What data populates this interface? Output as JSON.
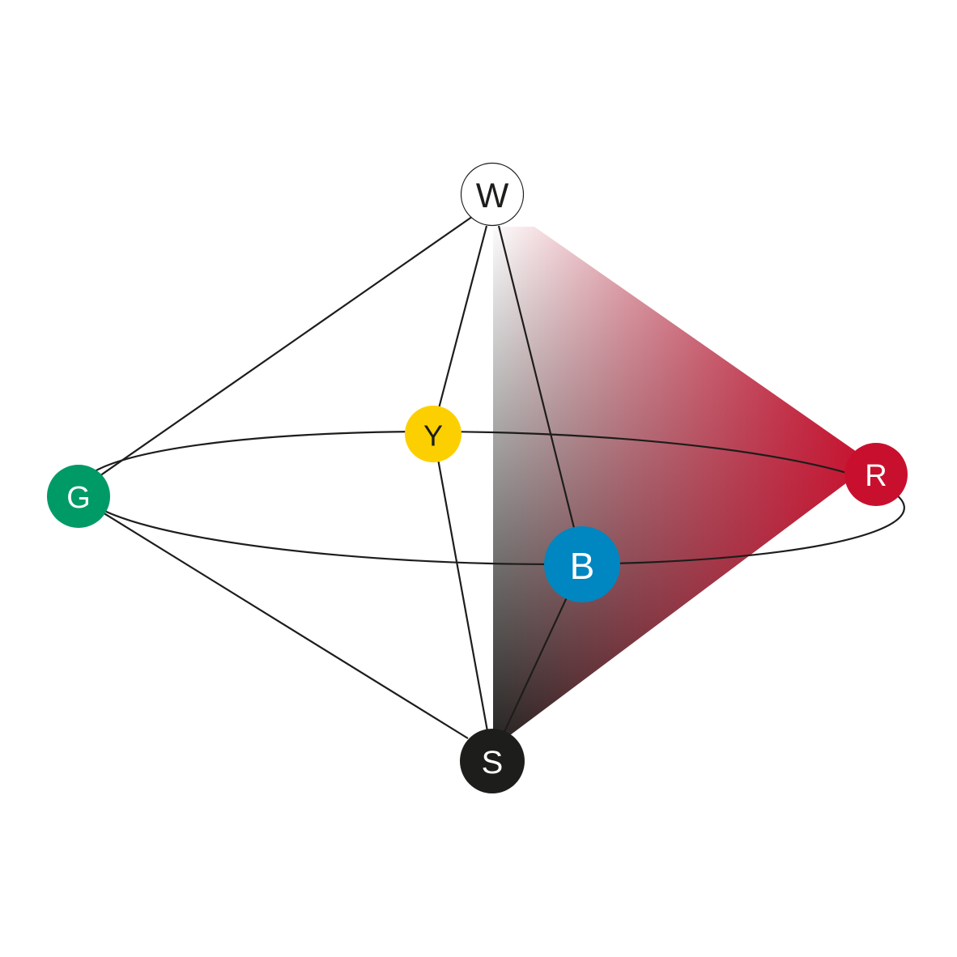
{
  "nodes": {
    "white": {
      "label": "W",
      "color": "#ffffff",
      "text_color": "#1d1d1b"
    },
    "yellow": {
      "label": "Y",
      "color": "#fcd000",
      "text_color": "#1d1d1b"
    },
    "green": {
      "label": "G",
      "color": "#009a66",
      "text_color": "#ffffff"
    },
    "red": {
      "label": "R",
      "color": "#c8102e",
      "text_color": "#ffffff"
    },
    "blue": {
      "label": "B",
      "color": "#0086c0",
      "text_color": "#ffffff"
    },
    "black": {
      "label": "S",
      "color": "#1d1d1b",
      "text_color": "#ffffff"
    }
  },
  "colors": {
    "line": "#1d1d1b",
    "gradient_white": "#ffffff",
    "gradient_red": "#c8102e",
    "gradient_black": "#2a2a28"
  }
}
